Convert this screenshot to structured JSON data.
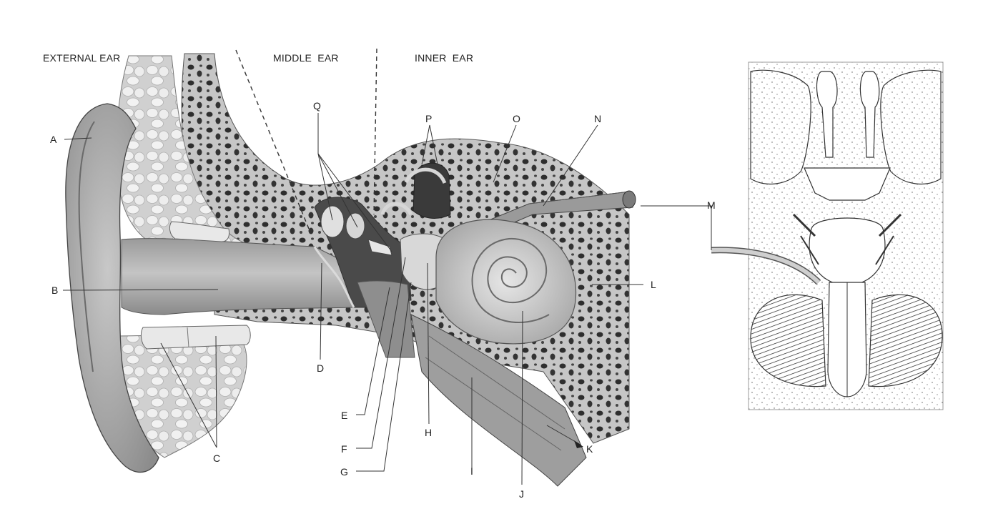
{
  "regions": {
    "external": "EXTERNAL EAR",
    "middle": "MIDDLE  EAR",
    "inner": "INNER  EAR"
  },
  "labels": {
    "A": "A",
    "B": "B",
    "C": "C",
    "D": "D",
    "E": "E",
    "F": "F",
    "G": "G",
    "H": "H",
    "I": "I",
    "J": "J",
    "K": "K",
    "L": "L",
    "M": "M",
    "N": "N",
    "O": "O",
    "P": "P",
    "Q": "Q"
  },
  "colors": {
    "skin": "#bdbdbd",
    "skin_dark": "#8f8f8f",
    "cartilage": "#e4e4e4",
    "bone": "#c9c9c9",
    "cavity": "#3c3c3c",
    "line": "#333333"
  }
}
